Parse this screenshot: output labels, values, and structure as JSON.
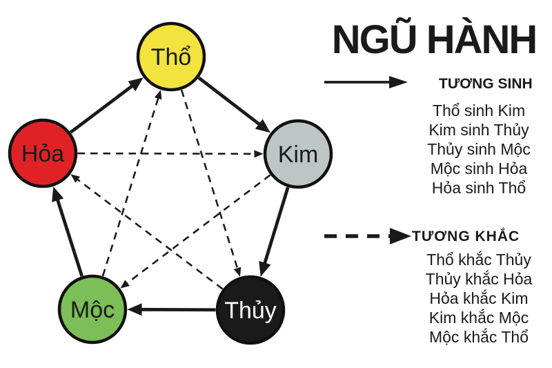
{
  "title": "NGŨ HÀNH",
  "legend": {
    "sinh": {
      "label": "TƯƠNG SINH",
      "arrow_style": "solid",
      "items": [
        "Thổ sinh Kim",
        "Kim sinh Thủy",
        "Thủy sinh Mộc",
        "Mộc sinh Hỏa",
        "Hỏa sinh Thổ"
      ]
    },
    "khac": {
      "label": "TƯƠNG KHẮC",
      "arrow_style": "dashed",
      "items": [
        "Thổ khắc Thủy",
        "Thủy khắc Hỏa",
        "Hỏa khắc Kim",
        "Kim khắc Mộc",
        "Mộc khắc Thổ"
      ]
    }
  },
  "diagram": {
    "nodes": [
      {
        "id": "tho",
        "label": "Thổ",
        "fill": "#F2E33E",
        "text_color": "#1a1a1a"
      },
      {
        "id": "kim",
        "label": "Kim",
        "fill": "#BDC5C5",
        "text_color": "#1a1a1a"
      },
      {
        "id": "thuy",
        "label": "Thủy",
        "fill": "#1A1A1A",
        "text_color": "#ffffff"
      },
      {
        "id": "moc",
        "label": "Mộc",
        "fill": "#7CBE57",
        "text_color": "#1a1a1a"
      },
      {
        "id": "hoa",
        "label": "Hỏa",
        "fill": "#E02227",
        "text_color": "#1a1a1a"
      }
    ],
    "edges_sinh": [
      [
        "hoa",
        "tho"
      ],
      [
        "tho",
        "kim"
      ],
      [
        "kim",
        "thuy"
      ],
      [
        "thuy",
        "moc"
      ],
      [
        "moc",
        "hoa"
      ]
    ],
    "edges_khac": [
      [
        "tho",
        "thuy"
      ],
      [
        "thuy",
        "hoa"
      ],
      [
        "hoa",
        "kim"
      ],
      [
        "kim",
        "moc"
      ],
      [
        "moc",
        "tho"
      ]
    ]
  },
  "colors": {
    "line": "#1A1A1A",
    "background": "#FFFFFF"
  }
}
